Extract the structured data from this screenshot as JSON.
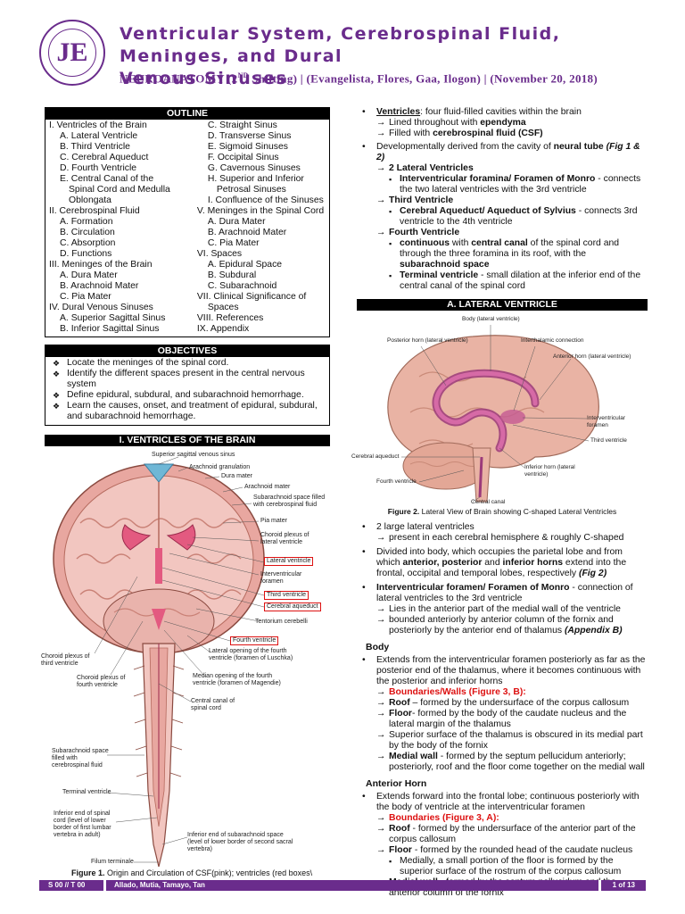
{
  "header": {
    "title_line1": "Ventricular System, Cerebrospinal Fluid, Meninges, and Dural",
    "title_line2": "Venous Sinuses",
    "subtitle_a": "NEUROANATOMY (2",
    "subtitle_sup": "ND",
    "subtitle_b": " Shifting) | (Evangelista, Flores, Gaa, Ilogon) | (November 20, 2018)"
  },
  "outline": {
    "heading": "OUTLINE",
    "col1": [
      {
        "t": "I.   Ventricles of the Brain",
        "l": 0
      },
      {
        "t": "A. Lateral Ventricle",
        "l": 1
      },
      {
        "t": "B. Third Ventricle",
        "l": 1
      },
      {
        "t": "C. Cerebral Aqueduct",
        "l": 1
      },
      {
        "t": "D. Fourth Ventricle",
        "l": 1
      },
      {
        "t": "E. Central Canal of the",
        "l": 1
      },
      {
        "t": "Spinal Cord and Medulla",
        "l": 2
      },
      {
        "t": "Oblongata",
        "l": 2
      },
      {
        "t": "II.  Cerebrospinal Fluid",
        "l": 0
      },
      {
        "t": "A. Formation",
        "l": 1
      },
      {
        "t": "B. Circulation",
        "l": 1
      },
      {
        "t": "C. Absorption",
        "l": 1
      },
      {
        "t": "D. Functions",
        "l": 1
      },
      {
        "t": "III. Meninges of the Brain",
        "l": 0
      },
      {
        "t": "A. Dura Mater",
        "l": 1
      },
      {
        "t": "B. Arachnoid Mater",
        "l": 1
      },
      {
        "t": "C. Pia Mater",
        "l": 1
      },
      {
        "t": "IV. Dural Venous Sinuses",
        "l": 0
      },
      {
        "t": "A. Superior Sagittal Sinus",
        "l": 1
      },
      {
        "t": "B. Inferior Sagittal Sinus",
        "l": 1
      }
    ],
    "col2": [
      {
        "t": "C. Straight Sinus",
        "l": 1
      },
      {
        "t": "D. Transverse Sinus",
        "l": 1
      },
      {
        "t": "E. Sigmoid Sinuses",
        "l": 1
      },
      {
        "t": "F. Occipital Sinus",
        "l": 1
      },
      {
        "t": "G. Cavernous Sinuses",
        "l": 1
      },
      {
        "t": "H. Superior and Inferior",
        "l": 1
      },
      {
        "t": "Petrosal Sinuses",
        "l": 2
      },
      {
        "t": "I. Confluence of the Sinuses",
        "l": 1
      },
      {
        "t": "V.  Meninges in the Spinal Cord",
        "l": 0
      },
      {
        "t": "A. Dura Mater",
        "l": 1
      },
      {
        "t": "B. Arachnoid Mater",
        "l": 1
      },
      {
        "t": "C. Pia Mater",
        "l": 1
      },
      {
        "t": "VI. Spaces",
        "l": 0
      },
      {
        "t": "A. Epidural Space",
        "l": 1
      },
      {
        "t": "B. Subdural",
        "l": 1
      },
      {
        "t": "C. Subarachnoid",
        "l": 1
      },
      {
        "t": "VII. Clinical Significance of",
        "l": 0
      },
      {
        "t": "Spaces",
        "l": 1
      },
      {
        "t": "VIII. References",
        "l": 0
      },
      {
        "t": "IX. Appendix",
        "l": 0
      }
    ]
  },
  "objectives": {
    "heading": "OBJECTIVES",
    "items": [
      "Locate the meninges of the spinal cord.",
      "Identify the different spaces present in the central nervous system",
      "Define epidural, subdural, and subarachnoid hemorrhage.",
      "Learn the causes, onset, and treatment of epidural, subdural, and subarachnoid hemorrhage."
    ]
  },
  "section1_heading": "I. VENTRICLES OF THE BRAIN",
  "figure1": {
    "labels": {
      "sss": "Superior sagittal venous sinus",
      "arach_gran": "Arachnoid granulation",
      "dura": "Dura mater",
      "arach_mater": "Arachnoid mater",
      "subarach": "Subarachnoid space filled with cerebrospinal fluid",
      "pia": "Pia mater",
      "choroid_lat": "Choroid plexus of lateral ventricle",
      "lat_vent": "Lateral ventricle",
      "interv": "Interventricular foramen",
      "third": "Third ventricle",
      "aqueduct": "Cerebral aqueduct",
      "tentorium": "Tentorium cerebelli",
      "fourth": "Fourth ventricle",
      "choroid_third": "Choroid plexus of third ventricle",
      "lat_open": "Lateral opening of the fourth ventricle (foramen of Luschka)",
      "choroid_fourth": "Choroid plexus of fourth ventricle",
      "median_open": "Median opening of the fourth ventricle (foramen of Magendie)",
      "central_canal": "Central canal of spinal cord",
      "subarach_sp": "Subarachnoid space filled with cerebrospinal fluid",
      "terminal": "Terminal ventricle",
      "inf_end_cord": "Inferior end of spinal cord (level of lower border of first lumbar vertebra in adult)",
      "inf_end_sub": "Inferior end of subarachnoid space (level of lower border of second sacral vertebra)",
      "filum": "Filum terminale"
    },
    "caption_bold": "Figure 1.",
    "caption": " Origin and Circulation of CSF(pink); ventricles (red boxes\\"
  },
  "right": {
    "ventricles_term": "Ventricles",
    "ventricles_def": ": four fluid-filled cavities within the brain",
    "lined": "Lined throughout with ",
    "ependyma": "ependyma",
    "filled": "Filled with ",
    "csf": "cerebrospinal fluid (CSF)",
    "dev_a": "Developmentally derived from the cavity of ",
    "neural_tube": "neural tube",
    "dev_fig": "(Fig 1 & 2)",
    "two_lat": "2 Lateral Ventricles",
    "iv_foramina": "Interventricular foramina/ Foramen of Monro",
    "iv_foramina_def": " - connects the two lateral ventricles with the 3rd ventricle",
    "third_v": "Third Ventricle",
    "aq_sylvius": "Cerebral Aqueduct/ Aqueduct of Sylvius",
    "aq_def": " - connects 3rd ventricle to the 4th ventricle",
    "fourth_v": "Fourth Ventricle",
    "continuous": "continuous",
    "cont_with": " with ",
    "central_canal": "central canal",
    "cont_rest": " of the spinal cord and through the three foramina in its roof, with the ",
    "subarach_space": "subarachnoid space",
    "terminal_v": "Terminal ventricle",
    "terminal_def": " - small dilation at the inferior end of the central canal of the spinal cord",
    "lat_heading": "A. LATERAL VENTRICLE"
  },
  "figure2": {
    "labels": {
      "body": "Body (lateral ventricle)",
      "posterior": "Posterior horn (lateral ventricle)",
      "interthal": "Interthalamic connection",
      "anterior": "Anterior horn (lateral ventricle)",
      "interv": "Interventricular foramen",
      "third": "Third ventricle",
      "aqueduct": "Cerebral aqueduct",
      "inferior": "Inferior horn (lateral ventricle)",
      "fourth": "Fourth ventricle",
      "central": "Central canal"
    },
    "caption_bold": "Figure 2.",
    "caption": " Lateral View of Brain showing C-shaped Lateral Ventricles"
  },
  "lateral": {
    "two_lat": "2 large lateral ventricles",
    "present": "present in each cerebral hemisphere & roughly C-shaped",
    "divided_a": "Divided into body, which occupies the parietal lobe and from which ",
    "divided_horns": "anterior, posterior",
    "divided_and": " and ",
    "inferior_horns": "inferior horns",
    "divided_b": " extend into the frontal, occipital and temporal lobes, respectively ",
    "fig2": "(Fig 2)",
    "ivf": "Interventricular foramen/ Foramen of Monro",
    "ivf_def": " - connection of lateral ventricles to the 3rd ventricle",
    "lies": "Lies in the anterior part of the medial wall of the ventricle",
    "bounded": "bounded anteriorly by anterior column of the fornix and posteriorly by the anterior end of thalamus ",
    "appB": "(Appendix B)"
  },
  "body_section": {
    "heading": "Body",
    "extends": "Extends from the interventricular foramen posteriorly as far as the posterior end of the thalamus, where it becomes continuous with the posterior and inferior horns",
    "boundaries": "Boundaries/Walls (Figure 3, B):",
    "roof_t": "Roof",
    "roof": " – formed by the undersurface of the corpus callosum",
    "floor_t": "Floor",
    "floor": "- formed by the body of the caudate nucleus and the lateral margin of the thalamus",
    "superior": "Superior surface of the thalamus is obscured in its medial part by the body of the fornix",
    "medial_t": "Medial wall",
    "medial": " - formed by the septum pellucidum anteriorly; posteriorly, roof and the floor come together on the medial wall"
  },
  "anterior_section": {
    "heading": "Anterior Horn",
    "extends": "Extends forward into the frontal lobe; continuous posteriorly with the body of ventricle at the interventricular foramen",
    "boundaries": "Boundaries (Figure 3, A):",
    "roof_t": "Roof",
    "roof": " - formed by the undersurface of the anterior part of the corpus callosum",
    "floor_t": "Floor",
    "floor": " - formed by the rounded head of the caudate nucleus",
    "medially": "Medially, a small portion of the floor is formed by the superior surface of the rostrum of the corpus callosum",
    "medial_t": "Medial wall",
    "medial": " - formed by the septum pellucidum and the anterior column of the fornix"
  },
  "footer": {
    "code": "S 00 // T 00",
    "authors": "Allado, Mutia, Tamayo, Tan",
    "page": "1 of 13"
  },
  "colors": {
    "brand": "#6a2c8c",
    "highlight": "#d11111"
  }
}
